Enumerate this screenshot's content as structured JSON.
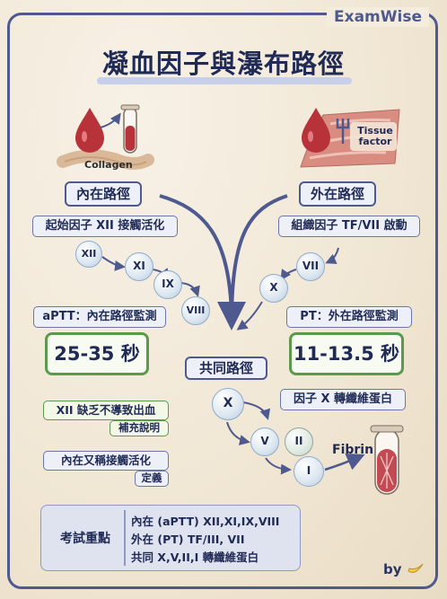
{
  "brand": "ExamWise",
  "title": "凝血因子與瀑布路徑",
  "collagen_label": "Collagen",
  "tissue_factor_label_1": "Tissue",
  "tissue_factor_label_2": "factor",
  "intrinsic": {
    "title": "內在路徑",
    "trigger": "起始因子 XII 接觸活化",
    "factors": [
      "XII",
      "XI",
      "IX",
      "VIII"
    ],
    "test_label": "aPTT：內在路徑監測",
    "test_value": "25-35 秒"
  },
  "extrinsic": {
    "title": "外在路徑",
    "trigger": "組織因子 TF/VII 啟動",
    "factors": [
      "VII",
      "X"
    ],
    "test_label": "PT：外在路徑監測",
    "test_value": "11-13.5 秒"
  },
  "common": {
    "title": "共同路徑",
    "note": "因子 X 轉纖維蛋白",
    "factors": [
      "X",
      "V",
      "II",
      "I"
    ],
    "product": "Fibrin"
  },
  "notes": [
    {
      "text": "XII 缺乏不導致出血",
      "tag": "補充說明"
    },
    {
      "text": "內在又稱接觸活化",
      "tag": "定義"
    }
  ],
  "key_points": {
    "label": "考試重點",
    "lines": [
      "內在 (aPTT) XII,XI,IX,VIII",
      "外在 (PT) TF/III, VII",
      "共同 X,V,II,I 轉纖維蛋白"
    ]
  },
  "byline": "by",
  "colors": {
    "navy": "#4e5a8f",
    "green": "#5b9a4d",
    "blood": "#b8323a"
  }
}
